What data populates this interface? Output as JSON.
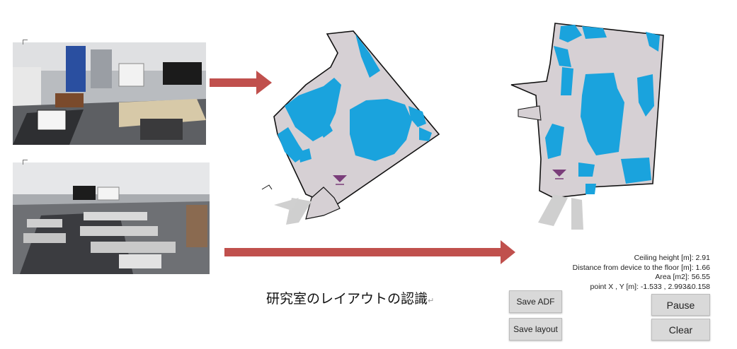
{
  "caption": "研究室のレイアウトの認識",
  "caption_mark": "↵",
  "stats": {
    "ceiling": "Ceiling height [m]: 2.91",
    "distance": "Distance from device to the floor [m]: 1.66",
    "area": "Area [m2]: 56.55",
    "point": "point X , Y [m]: -1.533 , 2.993&0.158"
  },
  "buttons": {
    "save_adf": "Save ADF",
    "save_layout": "Save layout",
    "pause": "Pause",
    "clear": "Clear"
  },
  "colors": {
    "arrow": "#c0504d",
    "floor": "#d6d0d4",
    "obstacle": "#1aa3dd",
    "device_marker": "#7a3d7a"
  }
}
